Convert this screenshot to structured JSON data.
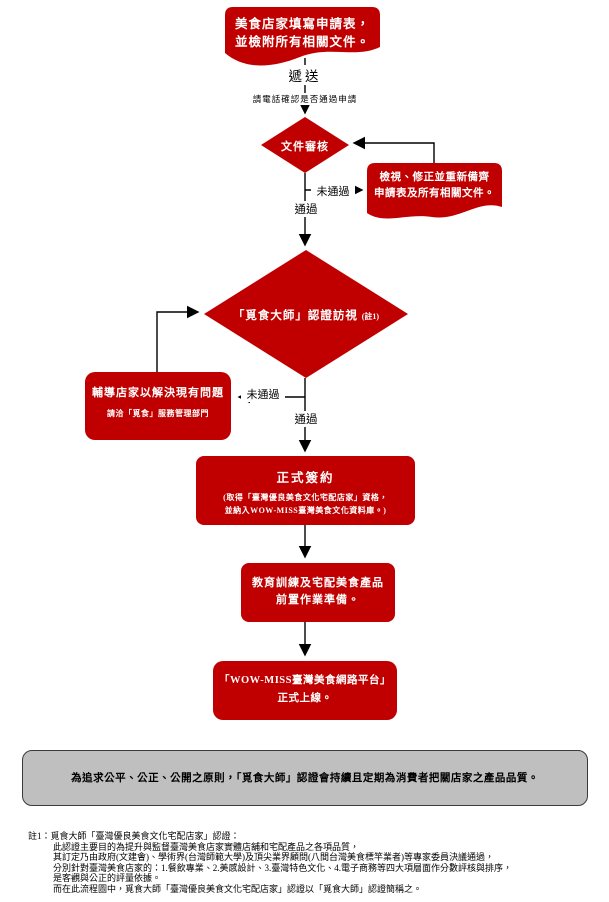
{
  "colors": {
    "node_red": "#c00000",
    "node_text": "#ffffff",
    "line_color": "#000000",
    "gray_fill": "#bfbfbf",
    "gray_border": "#3a3a3a"
  },
  "flowchart": {
    "apply_doc": {
      "line1": "美食店家填寫申請表，",
      "line2": "並檢附所有相關文件。"
    },
    "deliver_label": "遞送",
    "phone_note": "請電話確認是否通過申請",
    "review_diamond": "文件審核",
    "revise_doc": {
      "line1": "檢視、修正並重新備齊",
      "line2": "申請表及所有相關文件。"
    },
    "fail_label_1": "未通過",
    "pass_label_1": "通過",
    "visit_diamond": {
      "main": "「覓食大師」認證訪視",
      "note": "(註1)"
    },
    "counsel_box": {
      "title": "輔導店家以解決現有問題",
      "sub": "請洽「覓食」服務管理部門"
    },
    "fail_label_2": "未通過",
    "pass_label_2": "通過",
    "sign_box": {
      "title": "正式簽約",
      "sub1": "(取得「臺灣優良美食文化宅配店家」資格，",
      "sub2": "並納入WOW-MISS臺灣美食文化資料庫。)"
    },
    "training_box": {
      "line1": "教育訓練及宅配美食產品",
      "line2": "前置作業準備。"
    },
    "launch_box": {
      "line1": "「WOW-MISS臺灣美食網路平台」",
      "line2": "正式上線。"
    },
    "gray_note": "為追求公平、公正、公開之原則，「覓食大師」認證會持續且定期為消費者把關店家之產品品質。"
  },
  "footnote": {
    "label": "註1：",
    "line1": "覓食大師「臺灣優良美食文化宅配店家」認證：",
    "line2": "此認證主要目的為提升與監督臺灣美食店家實體店舖和宅配產品之各項品質，",
    "line3": "其訂定乃由政府(文建會)、學術界(台灣師範大學)及頂尖業界顧問(八間台灣美食標竿業者)等專家委員決議通過，",
    "line4": "分別針對臺灣美食店家的：1.餐飲專業、2.美感設計、3.臺灣特色文化、4.電子商務等四大項層面作分數評核與排序，",
    "line5": "是客觀與公正的評量依據。",
    "line6": "而在此流程圖中，覓食大師「臺灣優良美食文化宅配店家」認證以「覓食大師」認證簡稱之。"
  }
}
